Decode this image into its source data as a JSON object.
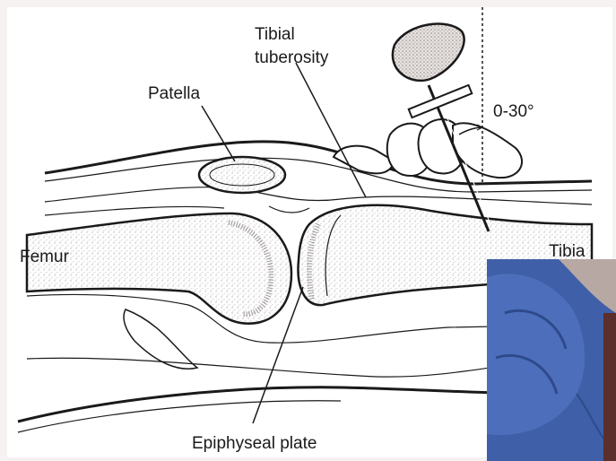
{
  "labels": {
    "tibial_tuberosity_line1": "Tibial",
    "tibial_tuberosity_line2": "tuberosity",
    "patella": "Patella",
    "angle": "0-30°",
    "femur": "Femur",
    "tibia": "Tibia",
    "epiphyseal_plate": "Epiphyseal plate"
  },
  "colors": {
    "background": "#f6f2f1",
    "ink": "#1a1a1a",
    "bone_stipple": "#d9d4d2",
    "glove": "#3f5fa8"
  }
}
